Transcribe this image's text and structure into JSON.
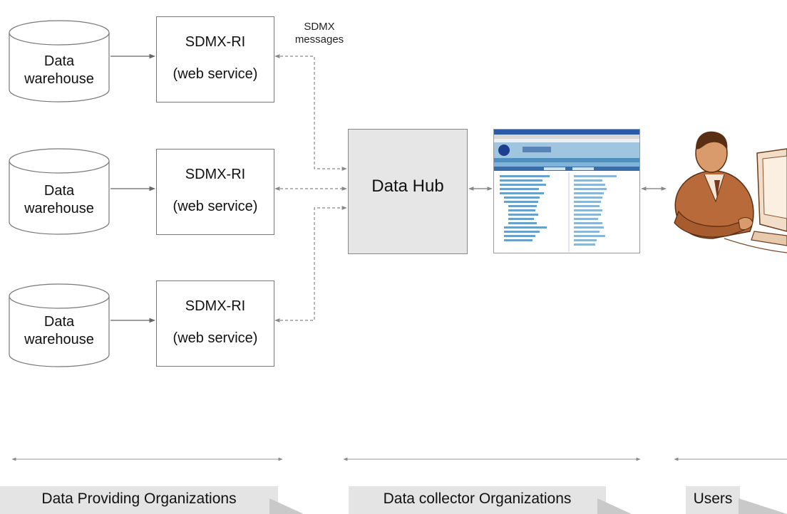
{
  "diagram": {
    "warehouses": [
      {
        "label_line1": "Data",
        "label_line2": "warehouse"
      },
      {
        "label_line1": "Data",
        "label_line2": "warehouse"
      },
      {
        "label_line1": "Data",
        "label_line2": "warehouse"
      }
    ],
    "services": [
      {
        "title": "SDMX-RI",
        "subtitle": "(web service)"
      },
      {
        "title": "SDMX-RI",
        "subtitle": "(web service)"
      },
      {
        "title": "SDMX-RI",
        "subtitle": "(web service)"
      }
    ],
    "messages_label_line1": "SDMX",
    "messages_label_line2": "messages",
    "hub_label": "Data Hub",
    "bands": [
      {
        "label": "Data Providing Organizations"
      },
      {
        "label": "Data collector Organizations"
      },
      {
        "label": "Users"
      }
    ]
  },
  "colors": {
    "hub_fill": "#e6e6e6",
    "band_fill": "#e4e4e4",
    "user_skin": "#b86a3a",
    "browser_blue": "#2a5aa8"
  },
  "icons": [
    "database-cylinder-icon",
    "web-portal-screenshot-icon",
    "user-at-computer-icon"
  ]
}
